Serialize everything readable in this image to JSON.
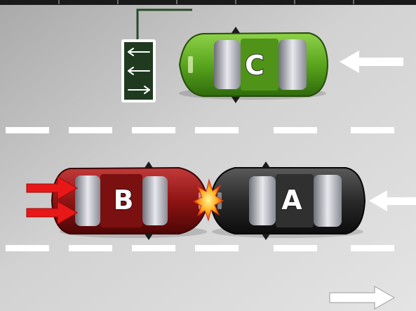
{
  "scene": {
    "road_color": "#c8c8c8",
    "lane_marking_color": "#ffffff",
    "sign": {
      "arrows": [
        "left",
        "left",
        "right"
      ],
      "color": "#1f3a1f"
    },
    "cars": [
      {
        "id": "car-c",
        "label": "C",
        "color": "#5aa61e",
        "facing": "left"
      },
      {
        "id": "car-b",
        "label": "B",
        "color": "#8f1414",
        "facing": "right"
      },
      {
        "id": "car-a",
        "label": "A",
        "color": "#2a2a2a",
        "facing": "left"
      }
    ],
    "direction_arrows": [
      {
        "name": "lane-1-direction-arrow",
        "direction": "left"
      },
      {
        "name": "lane-2-direction-arrow",
        "direction": "left"
      },
      {
        "name": "lane-3-direction-arrow",
        "direction": "right"
      }
    ],
    "impact_arrows_color": "#e81818",
    "collision_icon": "explosion-icon"
  }
}
